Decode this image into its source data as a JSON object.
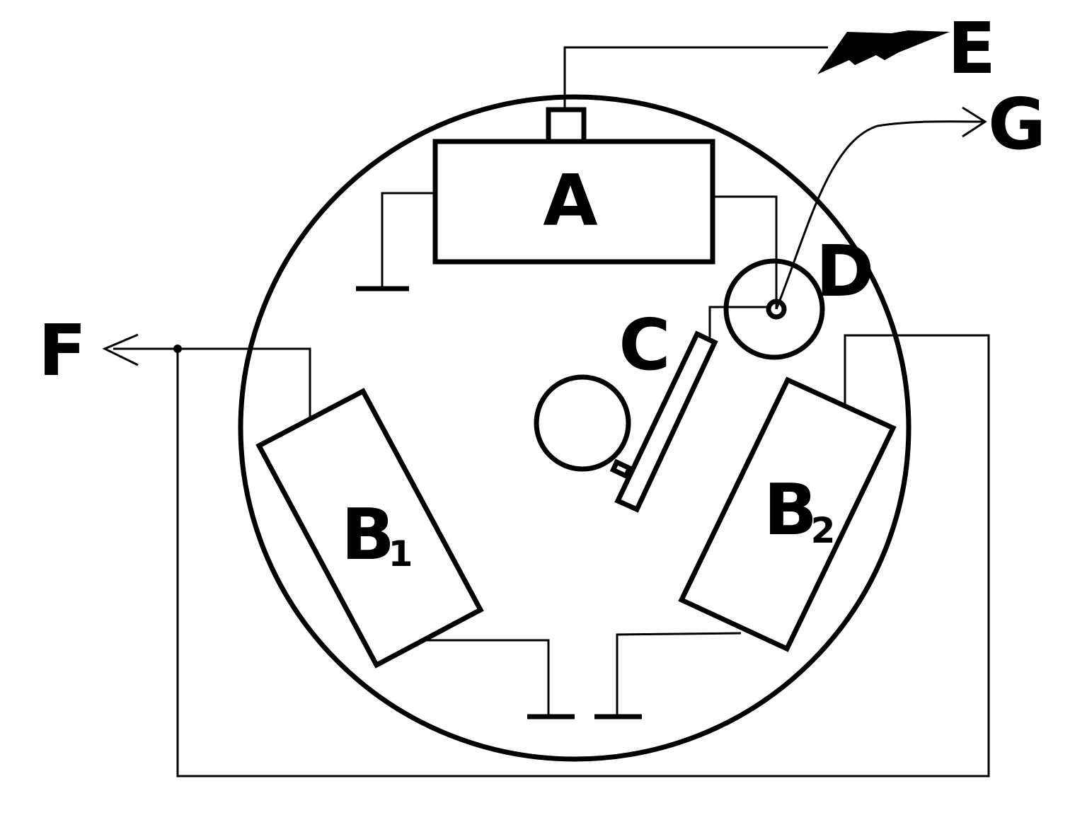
{
  "labels": {
    "A": "A",
    "B1": "B",
    "B1_sub": "1",
    "B2": "B",
    "B2_sub": "2",
    "C": "C",
    "D": "D",
    "E": "E",
    "F": "F",
    "G": "G"
  },
  "colors": {
    "stroke": "#000000",
    "background": "#ffffff"
  }
}
